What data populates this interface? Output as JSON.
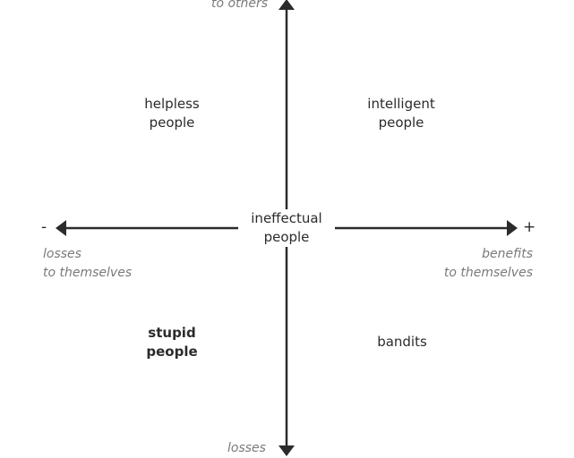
{
  "axis": {
    "top_label": "to others",
    "bottom_label": "losses",
    "left_sign": "-",
    "right_sign": "+",
    "left_label_line1": "losses",
    "left_label_line2": "to themselves",
    "right_label_line1": "benefits",
    "right_label_line2": "to themselves",
    "color": "#2b2b2b"
  },
  "quadrants": {
    "top_left": {
      "line1": "helpless",
      "line2": "people"
    },
    "top_right": {
      "line1": "intelligent",
      "line2": "people"
    },
    "bottom_left": {
      "line1": "stupid",
      "line2": "people"
    },
    "bottom_right": {
      "line1": "bandits"
    },
    "center": {
      "line1": "ineffectual",
      "line2": "people"
    }
  }
}
